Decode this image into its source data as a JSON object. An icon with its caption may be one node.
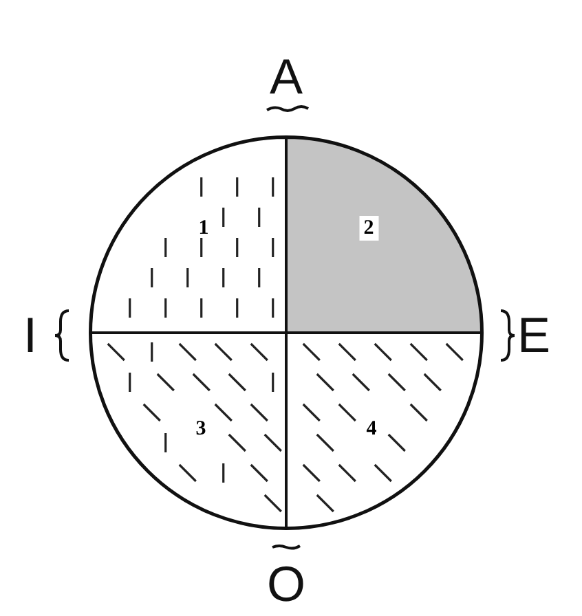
{
  "diagram": {
    "nodes": [
      {
        "text": [],
        "shape": "circle"
      },
      {
        "text": [
          "1"
        ],
        "in": 0
      },
      {
        "text": [
          "2"
        ],
        "in": 0
      },
      {
        "text": [
          "3"
        ],
        "in": 0
      },
      {
        "text": [
          "4"
        ],
        "in": 0
      }
    ],
    "labels": [
      "A",
      "I",
      "E",
      "O"
    ]
  }
}
